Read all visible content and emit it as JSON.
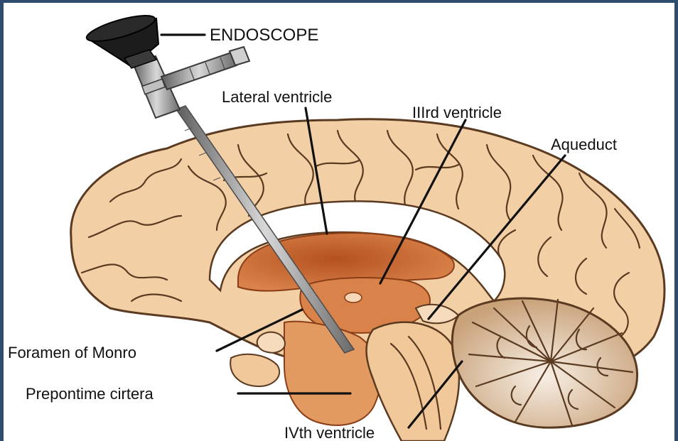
{
  "labels": {
    "endoscope": "ENDOSCOPE",
    "lateral_ventricle": "Lateral ventricle",
    "third_ventricle": "IIIrd ventricle",
    "aqueduct": "Aqueduct",
    "foramen_of_monro": "Foramen of Monro",
    "prepontine_cistern": "Prepontime cirtera",
    "fourth_ventricle": "IVth ventricle"
  },
  "colors": {
    "frame": "#2f4c6f",
    "brain_tissue": "#f3cfa6",
    "gyri_lines": "#5a3a20",
    "ventricle": "#c8652f",
    "cerebellum": "#e7c39b",
    "endoscope_metal": "#8d8d8d",
    "endoscope_eyepiece": "#1c1c1c"
  }
}
